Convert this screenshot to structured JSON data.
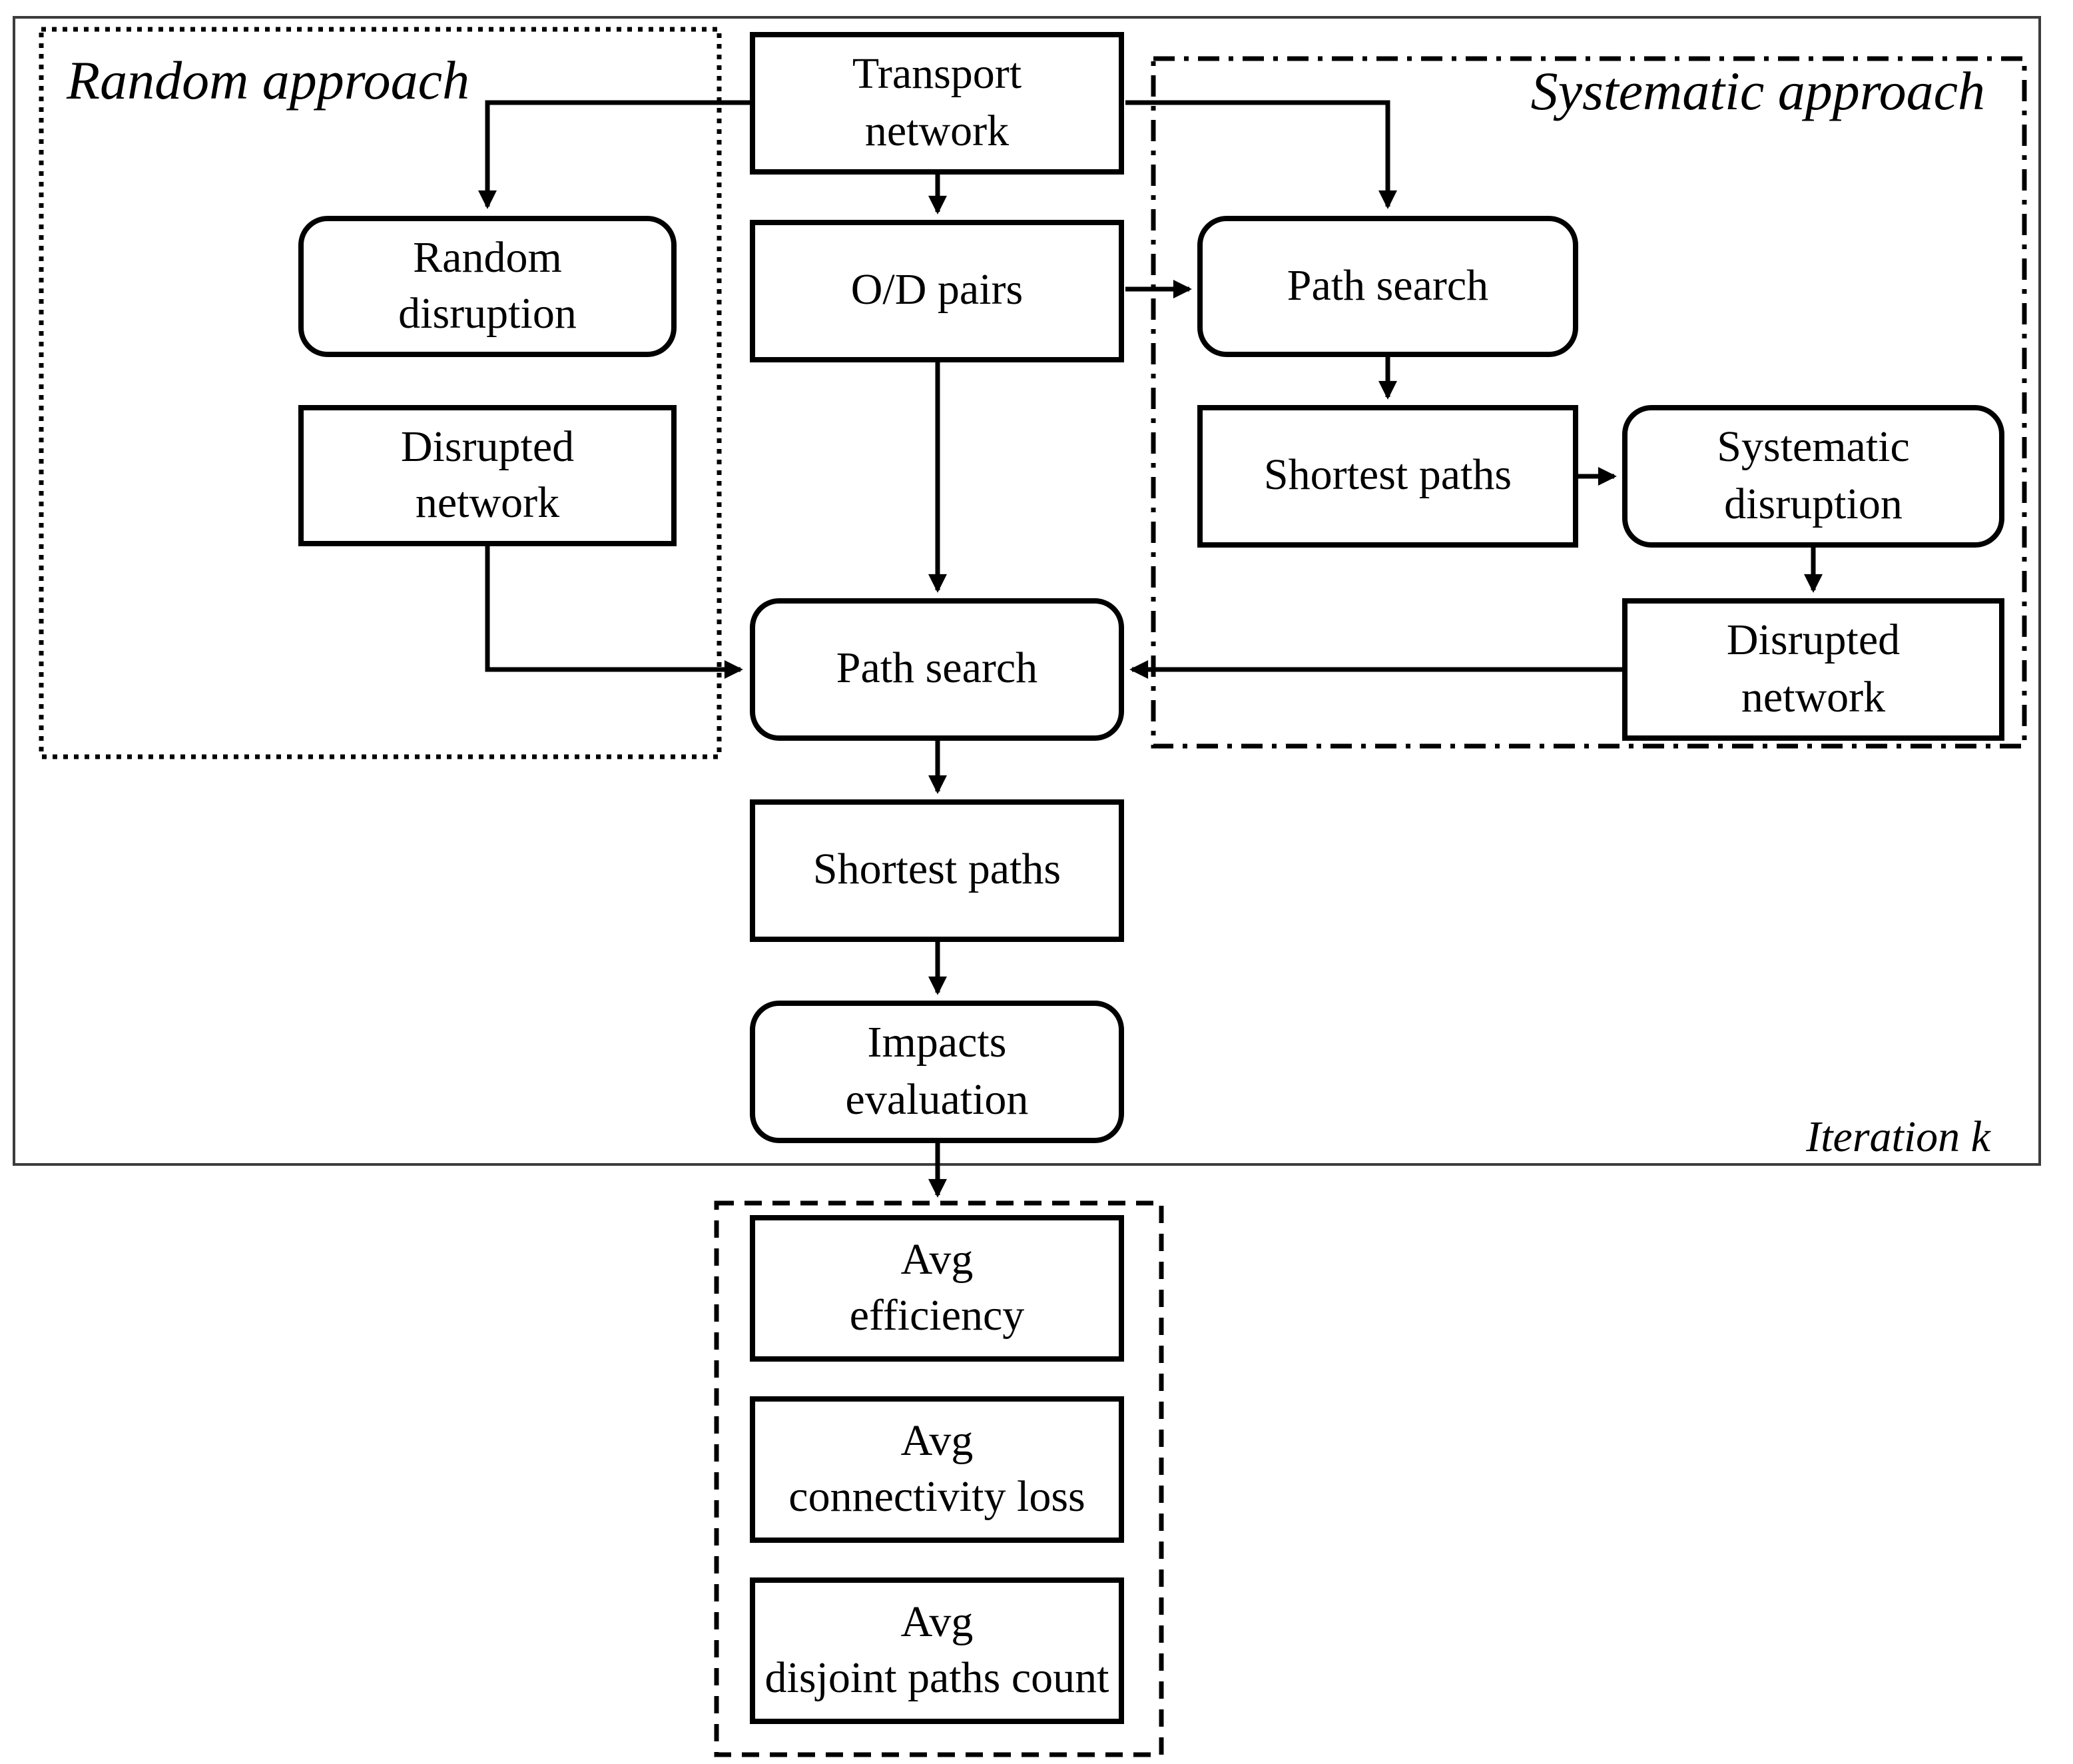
{
  "containers": {
    "iteration": {
      "label": "Iteration k"
    },
    "random": {
      "label": "Random approach"
    },
    "systematic": {
      "label": "Systematic approach"
    }
  },
  "nodes": {
    "transport_network": {
      "label": "Transport\nnetwork"
    },
    "od_pairs": {
      "label": "O/D pairs"
    },
    "random_disruption": {
      "label": "Random\ndisruption"
    },
    "disrupted_network_random": {
      "label": "Disrupted\nnetwork"
    },
    "path_search_systematic": {
      "label": "Path search"
    },
    "shortest_paths_systematic": {
      "label": "Shortest paths"
    },
    "systematic_disruption": {
      "label": "Systematic\ndisruption"
    },
    "disrupted_network_systematic": {
      "label": "Disrupted\nnetwork"
    },
    "path_search_main": {
      "label": "Path search"
    },
    "shortest_paths_main": {
      "label": "Shortest paths"
    },
    "impacts_evaluation": {
      "label": "Impacts\nevaluation"
    },
    "avg_efficiency": {
      "label": "Avg\nefficiency"
    },
    "avg_connectivity_loss": {
      "label": "Avg\nconnectivity loss"
    },
    "avg_disjoint_paths_count": {
      "label": "Avg\ndisjoint paths count"
    }
  },
  "colors": {
    "ink": "#000000",
    "frame": "#3c3c3c",
    "background": "#ffffff"
  }
}
